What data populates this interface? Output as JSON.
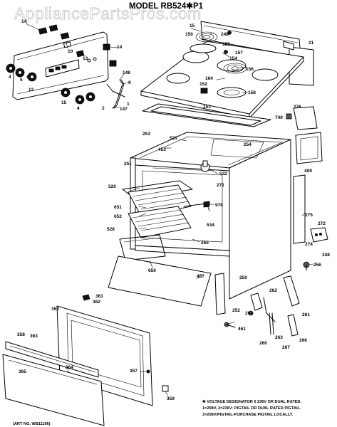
{
  "watermark": "AppliancePartsPros.com",
  "title": "MODEL RB524✱P1",
  "footnote": {
    "line1": "✱ VOLTAGE DESIGNATOR 0 236V OR DUAL RATED.",
    "line2": "1=208V, 2=236V· PIGTAIL OR DUAL RATED PIGTAIL.",
    "line3": "3=208V/PIGTAIL-PURCHASE PIGTAIL LOCALLY."
  },
  "art_no": "(ART NO. WB11166)",
  "callouts": [
    {
      "id": "14",
      "text": "14"
    },
    {
      "id": "10",
      "text": "10"
    },
    {
      "id": "13",
      "text": "13"
    },
    {
      "id": "14",
      "text": "14"
    },
    {
      "id": "4",
      "text": "4"
    },
    {
      "id": "5",
      "text": "5"
    },
    {
      "id": "12",
      "text": "12"
    },
    {
      "id": "15",
      "text": "15"
    },
    {
      "id": "4",
      "text": "4"
    },
    {
      "id": "2",
      "text": "2"
    },
    {
      "id": "1",
      "text": "1"
    },
    {
      "id": "148",
      "text": "148"
    },
    {
      "id": "9",
      "text": "9"
    },
    {
      "id": "147",
      "text": "147"
    },
    {
      "id": "15",
      "text": "15"
    },
    {
      "id": "150",
      "text": "150"
    },
    {
      "id": "248",
      "text": "248"
    },
    {
      "id": "155",
      "text": "155"
    },
    {
      "id": "154",
      "text": "154"
    },
    {
      "id": "157",
      "text": "157"
    },
    {
      "id": "21",
      "text": "21"
    },
    {
      "id": "156",
      "text": "156"
    },
    {
      "id": "164",
      "text": "164"
    },
    {
      "id": "152",
      "text": "152"
    },
    {
      "id": "158",
      "text": "158"
    },
    {
      "id": "153",
      "text": "153"
    },
    {
      "id": "740",
      "text": "740"
    },
    {
      "id": "276",
      "text": "276"
    },
    {
      "id": "253",
      "text": "253"
    },
    {
      "id": "521",
      "text": "521"
    },
    {
      "id": "453",
      "text": "453"
    },
    {
      "id": "254",
      "text": "254"
    },
    {
      "id": "409",
      "text": "409"
    },
    {
      "id": "251",
      "text": "251"
    },
    {
      "id": "532",
      "text": "532"
    },
    {
      "id": "271",
      "text": "271"
    },
    {
      "id": "520",
      "text": "520"
    },
    {
      "id": "976",
      "text": "976"
    },
    {
      "id": "651",
      "text": "651"
    },
    {
      "id": "652",
      "text": "652"
    },
    {
      "id": "534",
      "text": "534"
    },
    {
      "id": "275",
      "text": "275"
    },
    {
      "id": "272",
      "text": "272"
    },
    {
      "id": "528",
      "text": "528"
    },
    {
      "id": "274",
      "text": "274"
    },
    {
      "id": "265",
      "text": "265"
    },
    {
      "id": "348",
      "text": "348"
    },
    {
      "id": "650",
      "text": "650"
    },
    {
      "id": "256",
      "text": "256"
    },
    {
      "id": "457",
      "text": "457"
    },
    {
      "id": "250",
      "text": "250"
    },
    {
      "id": "361",
      "text": "361"
    },
    {
      "id": "362",
      "text": "362"
    },
    {
      "id": "262",
      "text": "262"
    },
    {
      "id": "350",
      "text": "350"
    },
    {
      "id": "252",
      "text": "252"
    },
    {
      "id": "264",
      "text": "264"
    },
    {
      "id": "261",
      "text": "261"
    },
    {
      "id": "461",
      "text": "461"
    },
    {
      "id": "263",
      "text": "263"
    },
    {
      "id": "358",
      "text": "358"
    },
    {
      "id": "363",
      "text": "363"
    },
    {
      "id": "260",
      "text": "260"
    },
    {
      "id": "267",
      "text": "267"
    },
    {
      "id": "266",
      "text": "266"
    },
    {
      "id": "364",
      "text": "364"
    },
    {
      "id": "365",
      "text": "365"
    },
    {
      "id": "357",
      "text": "357"
    },
    {
      "id": "359",
      "text": "359"
    }
  ]
}
